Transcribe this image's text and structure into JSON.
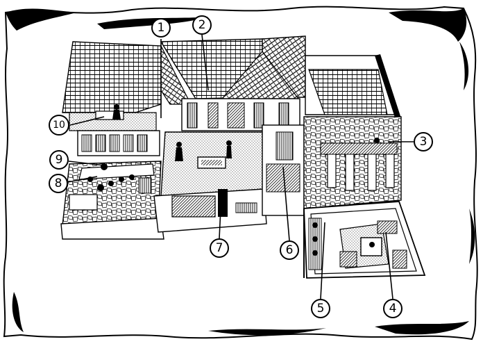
{
  "illustration": {
    "subject": "cutaway-house-with-courtyards",
    "style": "black-ink-hatching-on-torn-parchment"
  },
  "callouts": [
    {
      "label": "1"
    },
    {
      "label": "2"
    },
    {
      "label": "3"
    },
    {
      "label": "4"
    },
    {
      "label": "5"
    },
    {
      "label": "6"
    },
    {
      "label": "7"
    },
    {
      "label": "8"
    },
    {
      "label": "9"
    },
    {
      "label": "10"
    }
  ],
  "colors": {
    "ink": "#000000",
    "paper": "#ffffff"
  }
}
